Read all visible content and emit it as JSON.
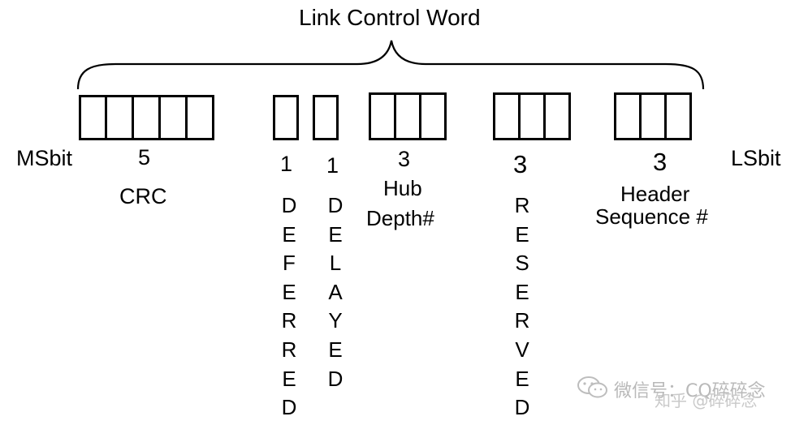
{
  "title": "Link Control Word",
  "left_label": "MSbit",
  "right_label": "LSbit",
  "fields": {
    "crc": {
      "bits": "5",
      "name": "CRC"
    },
    "deferred": {
      "bits": "1",
      "letters": [
        "D",
        "E",
        "F",
        "E",
        "R",
        "R",
        "E",
        "D"
      ]
    },
    "delayed": {
      "bits": "1",
      "letters": [
        "D",
        "E",
        "L",
        "A",
        "Y",
        "E",
        "D"
      ]
    },
    "hub_depth": {
      "bits": "3",
      "name_line1": "Hub",
      "name_line2": "Depth#"
    },
    "reserved": {
      "bits": "3",
      "letters": [
        "R",
        "E",
        "S",
        "E",
        "R",
        "V",
        "E",
        "D"
      ]
    },
    "header_seq": {
      "bits": "3",
      "name_line1": "Header",
      "name_line2": "Sequence #"
    }
  },
  "watermark": {
    "icon": "wechat-icon",
    "text": "微信号：CQ碎碎念",
    "zhihu_text": "知乎 @碎碎念"
  }
}
